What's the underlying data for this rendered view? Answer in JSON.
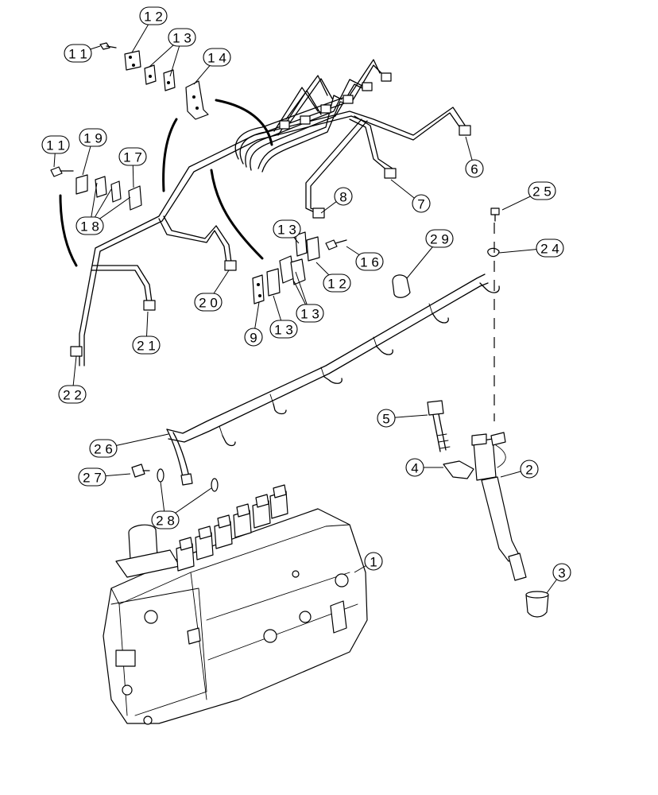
{
  "diagram": {
    "callouts": [
      {
        "id": "c1",
        "label": "1 1"
      },
      {
        "id": "c2",
        "label": "1 2"
      },
      {
        "id": "c3",
        "label": "1 3"
      },
      {
        "id": "c4",
        "label": "1 4"
      },
      {
        "id": "c5",
        "label": "1 1"
      },
      {
        "id": "c6",
        "label": "1 9"
      },
      {
        "id": "c7",
        "label": "1 7"
      },
      {
        "id": "c8",
        "label": "1 8"
      },
      {
        "id": "c9",
        "label": "6"
      },
      {
        "id": "c10",
        "label": "7"
      },
      {
        "id": "c11",
        "label": "8"
      },
      {
        "id": "c12",
        "label": "2 5"
      },
      {
        "id": "c13",
        "label": "2 4"
      },
      {
        "id": "c14",
        "label": "1 3"
      },
      {
        "id": "c15",
        "label": "1 6"
      },
      {
        "id": "c16",
        "label": "2 9"
      },
      {
        "id": "c17",
        "label": "1 2"
      },
      {
        "id": "c18",
        "label": "2 0"
      },
      {
        "id": "c19",
        "label": "1 3"
      },
      {
        "id": "c20",
        "label": "1 3"
      },
      {
        "id": "c21",
        "label": "9"
      },
      {
        "id": "c22",
        "label": "2 1"
      },
      {
        "id": "c23",
        "label": "2 2"
      },
      {
        "id": "c24",
        "label": "5"
      },
      {
        "id": "c25",
        "label": "2 6"
      },
      {
        "id": "c26",
        "label": "4"
      },
      {
        "id": "c27",
        "label": "2"
      },
      {
        "id": "c28",
        "label": "2 7"
      },
      {
        "id": "c29",
        "label": "2 8"
      },
      {
        "id": "c30",
        "label": "1"
      },
      {
        "id": "c31",
        "label": "3"
      }
    ]
  }
}
